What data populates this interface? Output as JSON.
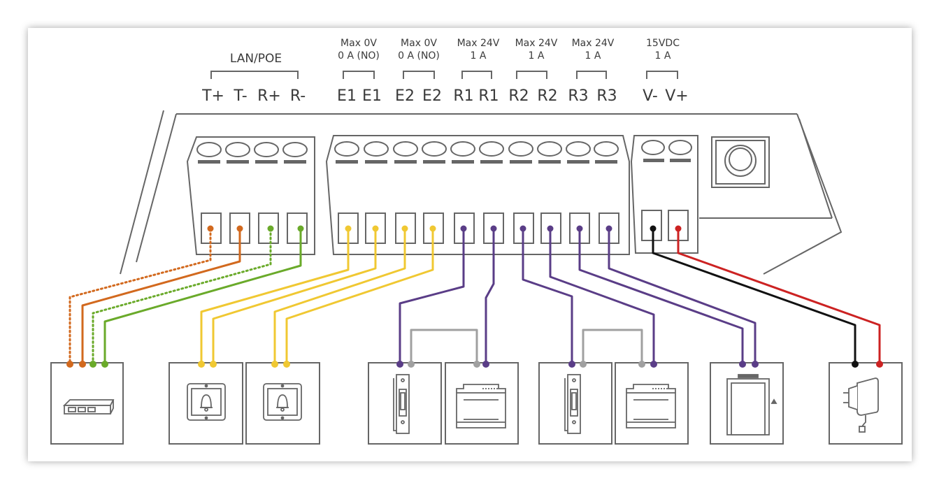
{
  "colors": {
    "outline": "#666666",
    "lan_orange": "#d2691e",
    "lan_green": "#6aaa2a",
    "exit_yellow": "#f0c832",
    "relay_purple": "#5a3d87",
    "bridge_gray": "#a0a0a0",
    "power_black": "#111111",
    "power_red": "#cc2222"
  },
  "header": {
    "lan_group_label": "LAN/POE",
    "specs": [
      {
        "line1": "Max 0V",
        "line2": "0 A (NO)"
      },
      {
        "line1": "Max 0V",
        "line2": "0 A (NO)"
      },
      {
        "line1": "Max 24V",
        "line2": "1 A"
      },
      {
        "line1": "Max 24V",
        "line2": "1 A"
      },
      {
        "line1": "Max 24V",
        "line2": "1 A"
      },
      {
        "line1": "15VDC",
        "line2": "1 A"
      }
    ]
  },
  "terminals": [
    "T+",
    "T-",
    "R+",
    "R-",
    "E1",
    "E1",
    "E2",
    "E2",
    "R1",
    "R1",
    "R2",
    "R2",
    "R3",
    "R3",
    "V-",
    "V+"
  ],
  "devices": [
    {
      "icon": "network-switch-icon"
    },
    {
      "icon": "doorbell-button-icon"
    },
    {
      "icon": "doorbell-button-icon"
    },
    {
      "icon": "electric-strike-icon"
    },
    {
      "icon": "din-rail-power-supply-icon"
    },
    {
      "icon": "electric-strike-icon"
    },
    {
      "icon": "din-rail-power-supply-icon"
    },
    {
      "icon": "elevator-icon"
    },
    {
      "icon": "power-adapter-icon"
    }
  ]
}
